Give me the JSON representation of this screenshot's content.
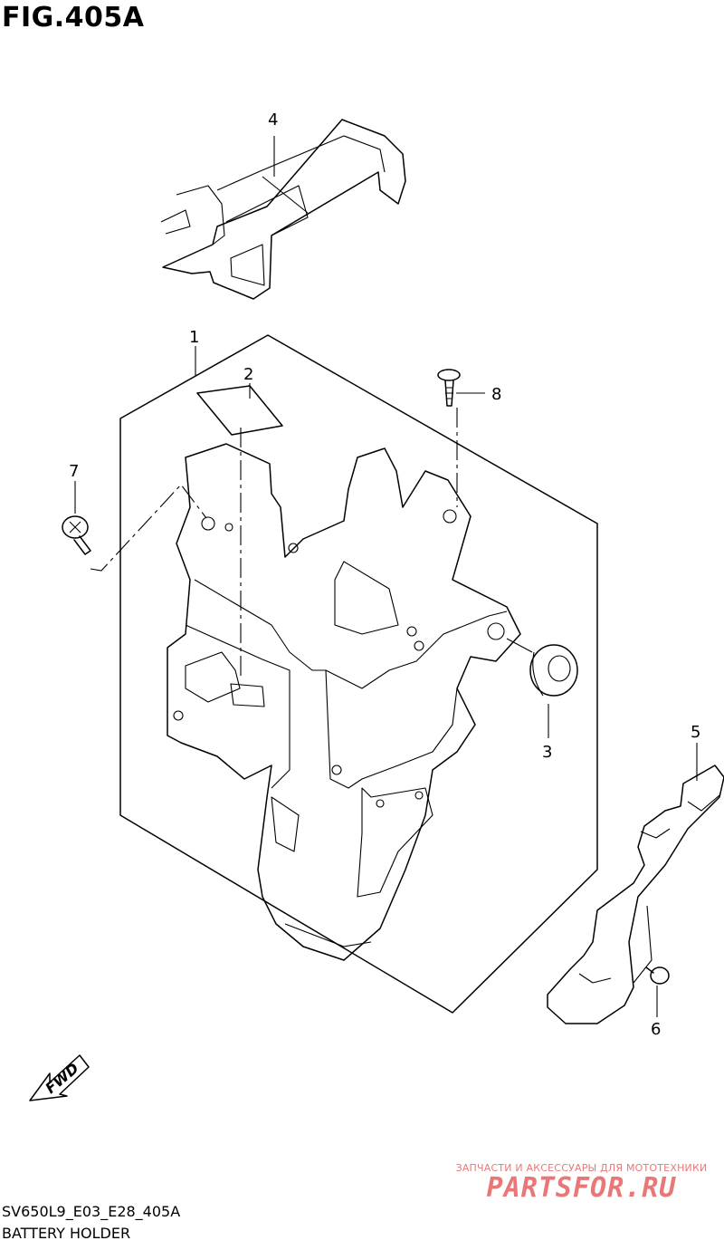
{
  "figure": {
    "title": "FIG.405A",
    "code": "SV650L9_E03_E28_405A",
    "name": "BATTERY HOLDER"
  },
  "callouts": [
    "1",
    "2",
    "3",
    "4",
    "5",
    "6",
    "7",
    "8"
  ],
  "direction_label": "FWD",
  "watermark": {
    "tagline": "ЗАПЧАСТИ И АКСЕССУАРЫ ДЛЯ МОТОТЕХНИКИ",
    "logo": "PARTSFOR.RU"
  }
}
